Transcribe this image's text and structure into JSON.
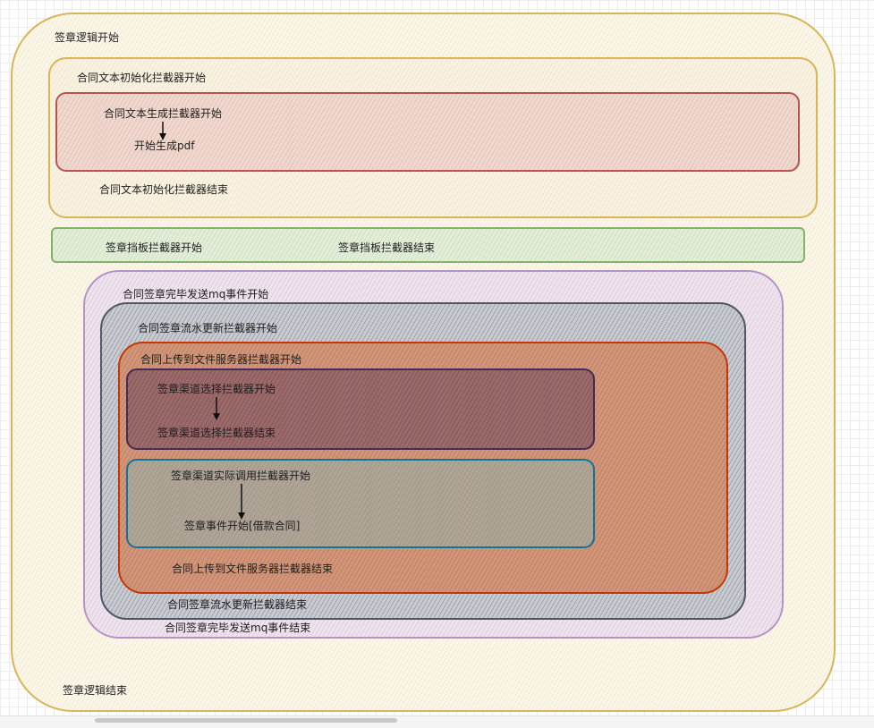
{
  "labels": {
    "sign_logic_start": "签章逻辑开始",
    "sign_logic_end": "签章逻辑结束",
    "contract_text_init_start": "合同文本初始化拦截器开始",
    "contract_text_gen_start": "合同文本生成拦截器开始",
    "start_gen_pdf": "开始生成pdf",
    "contract_text_init_end": "合同文本初始化拦截器结束",
    "sign_block_start": "签章挡板拦截器开始",
    "sign_block_end": "签章挡板拦截器结束",
    "mq_event_start": "合同签章完毕发送mq事件开始",
    "mq_event_end": "合同签章完毕发送mq事件结束",
    "flow_update_start": "合同签章流水更新拦截器开始",
    "flow_update_end": "合同签章流水更新拦截器结束",
    "upload_start": "合同上传到文件服务器拦截器开始",
    "upload_end": "合同上传到文件服务器拦截器结束",
    "channel_select_start": "签章渠道选择拦截器开始",
    "channel_select_end": "签章渠道选择拦截器结束",
    "channel_call_start": "签章渠道实际调用拦截器开始",
    "sign_event_start": "签章事件开始[借款合同]"
  },
  "colors": {
    "outer_border": "#d6b656",
    "outer_fill": "#fdf9ee",
    "init_border": "#d6b656",
    "gen_border": "#b85450",
    "gen_fill": "#f3dcd0",
    "block_border": "#82b366",
    "mq_border": "#9673a6",
    "flow_border": "#4d5766",
    "upload_border": "#c73500",
    "upload_fill": "#d99a6c",
    "select_border": "#432d57",
    "select_fill": "#a56b6e",
    "call_border": "#10739e",
    "call_fill": "#b4a391"
  }
}
